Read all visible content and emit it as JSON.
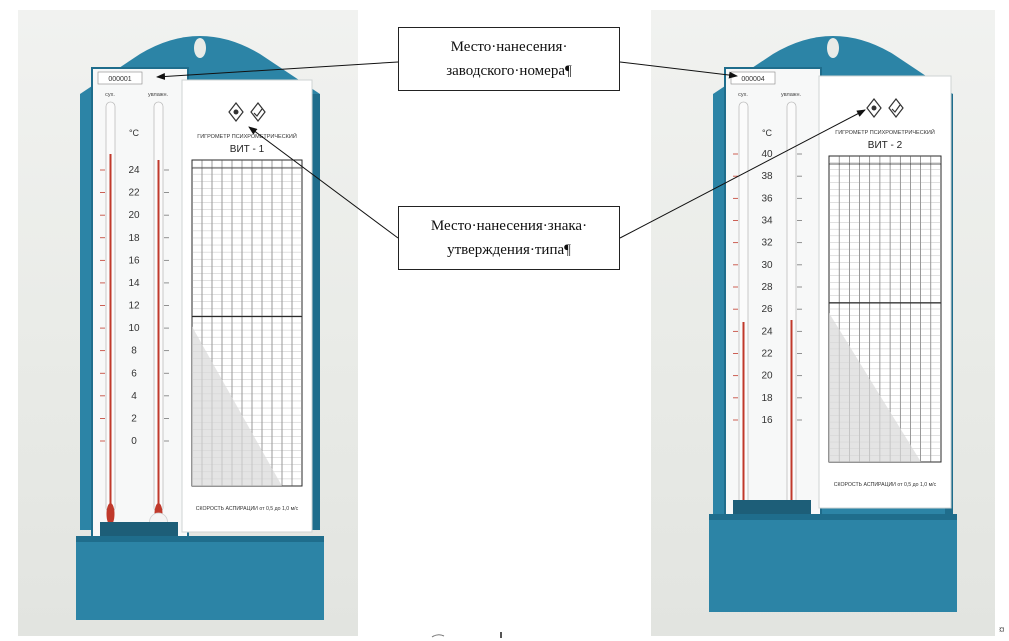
{
  "callouts": {
    "serial": {
      "line1": "Место·нанесения·",
      "line2": "заводского·номера¶"
    },
    "approval": {
      "line1": "Место·нанесения·знака·",
      "line2": "утверждения·типа¶"
    }
  },
  "devices": [
    {
      "serial": "000001",
      "col_dry": "сух.",
      "col_wet": "увлажн.",
      "unit": "°C",
      "header": "ГИГРОМЕТР ПСИХРОМЕТРИЧЕСКИЙ",
      "model": "ВИТ - 1",
      "footer": "СКОРОСТЬ АСПИРАЦИИ от 0,5 до 1,0 м/с",
      "scale": [
        "24",
        "22",
        "20",
        "18",
        "16",
        "14",
        "12",
        "10",
        "8",
        "6",
        "4",
        "2",
        "0"
      ]
    },
    {
      "serial": "000004",
      "col_dry": "сух.",
      "col_wet": "увлажн.",
      "unit": "°C",
      "header": "ГИГРОМЕТР ПСИХРОМЕТРИЧЕСКИЙ",
      "model": "ВИТ - 2",
      "footer": "СКОРОСТЬ АСПИРАЦИИ от 0,5 до 1,0 м/с",
      "scale": [
        "40",
        "38",
        "36",
        "34",
        "32",
        "30",
        "28",
        "26",
        "24",
        "22",
        "20",
        "18",
        "16"
      ]
    }
  ],
  "page_mark": "¤",
  "colors": {
    "housing": "#2c84a6",
    "housing_dark": "#1f6d8c",
    "panel": "#f7f8f8",
    "mercury": "#c0392b",
    "frame": "#2a2a2a"
  }
}
